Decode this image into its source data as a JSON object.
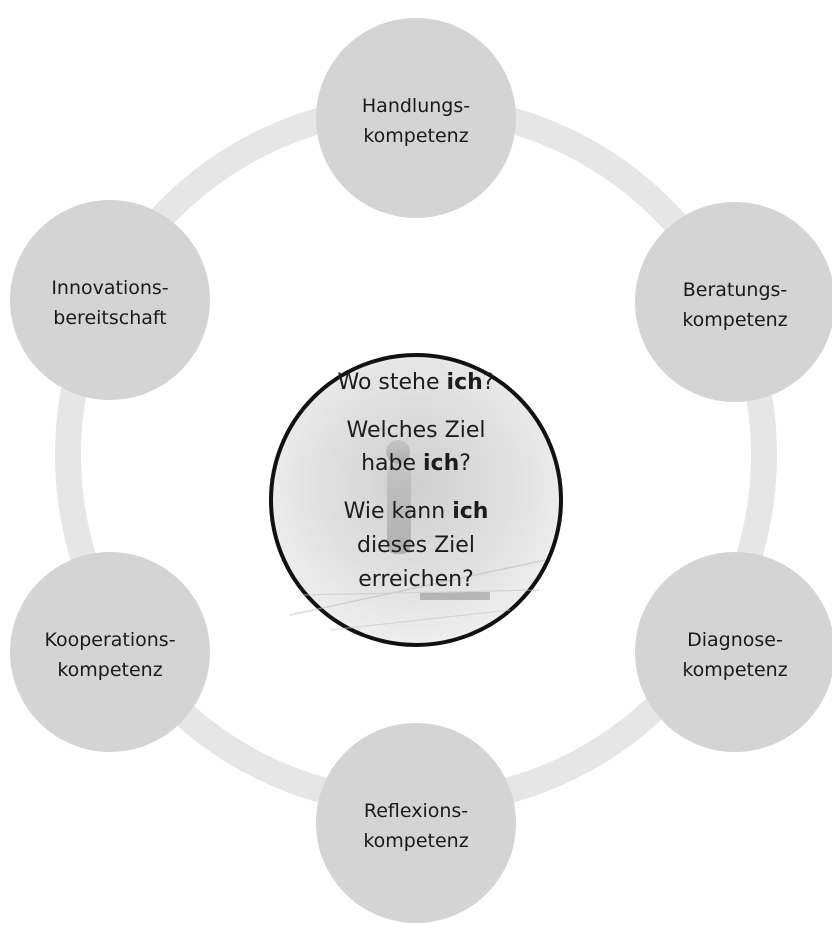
{
  "nodes": [
    {
      "id": "handlungskompetenz",
      "lines": [
        "Handlungs-",
        "kompetenz"
      ]
    },
    {
      "id": "beratungskompetenz",
      "lines": [
        "Beratungs-",
        "kompetenz"
      ]
    },
    {
      "id": "diagnosekompetenz",
      "lines": [
        "Diagnose-",
        "kompetenz"
      ]
    },
    {
      "id": "reflexionskompetenz",
      "lines": [
        "Reflexions-",
        "kompetenz"
      ]
    },
    {
      "id": "kooperationskompetenz",
      "lines": [
        "Kooperations-",
        "kompetenz"
      ]
    },
    {
      "id": "innovationsbereitschaft",
      "lines": [
        "Innovations-",
        "bereitschaft"
      ]
    }
  ],
  "center": {
    "q1": {
      "pre": "Wo stehe ",
      "bold": "ich",
      "post": "?"
    },
    "q2_line1": "Welches Ziel",
    "q2_line2": {
      "pre": "habe ",
      "bold": "ich",
      "post": "?"
    },
    "q3_line1": {
      "pre": "Wie kann ",
      "bold": "ich",
      "post": ""
    },
    "q3_line2": "dieses Ziel",
    "q3_line3": "erreichen?"
  }
}
